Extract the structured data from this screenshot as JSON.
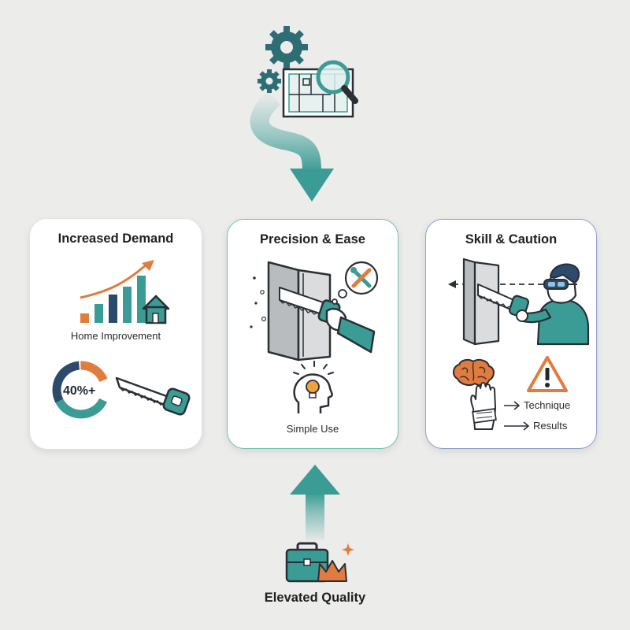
{
  "colors": {
    "teal": "#3a9c94",
    "dark_teal": "#2d6e74",
    "navy": "#2c4a6b",
    "orange": "#e27b3e",
    "outline": "#2a2f36",
    "background": "#ececeb"
  },
  "top_icon": {
    "icon": "gears-magnifier-blueprint-icon"
  },
  "cards": [
    {
      "title": "Increased Demand",
      "caption": "Home Improvement",
      "stat": "40%+",
      "donut_fraction": 0.4,
      "icons": [
        "growth-bar-chart-icon",
        "house-icon",
        "donut-chart-icon",
        "hand-saw-icon"
      ]
    },
    {
      "title": "Precision & Ease",
      "caption": "Simple Use",
      "icons": [
        "cutting-panel-icon",
        "tools-thought-bubble-icon",
        "head-lightbulb-icon"
      ]
    },
    {
      "title": "Skill & Caution",
      "labels": [
        "Technique",
        "Results"
      ],
      "icons": [
        "worker-with-goggles-icon",
        "brain-icon",
        "warning-triangle-icon",
        "bandaged-hand-icon"
      ]
    }
  ],
  "bottom": {
    "label": "Elevated Quality",
    "icon": "toolbox-crown-icon"
  }
}
